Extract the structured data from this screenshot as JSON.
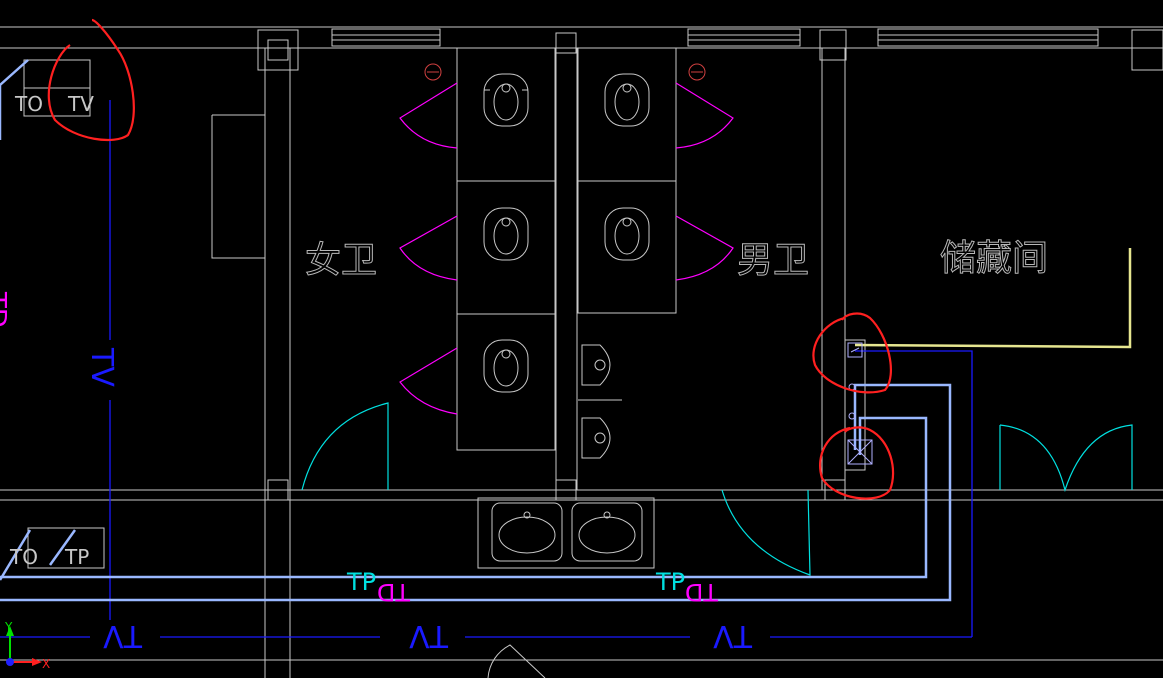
{
  "rooms": {
    "womens_wc": "女卫",
    "mens_wc": "男卫",
    "storage": "储藏间"
  },
  "pipe_tags": {
    "to": "TO",
    "tv": "TV",
    "tp": "TP",
    "td": "TD"
  },
  "axis": {
    "y": "Y",
    "x": "X"
  },
  "colors": {
    "background": "#000000",
    "walls": "#c8c8c8",
    "doors_women": "#ff00ff",
    "doors_men": "#00e0e0",
    "pipe_tv": "#1a1aff",
    "pipe_tp": "#9ab8ff",
    "pipe_yellow": "#e6e690",
    "markup": "#ff2020"
  }
}
